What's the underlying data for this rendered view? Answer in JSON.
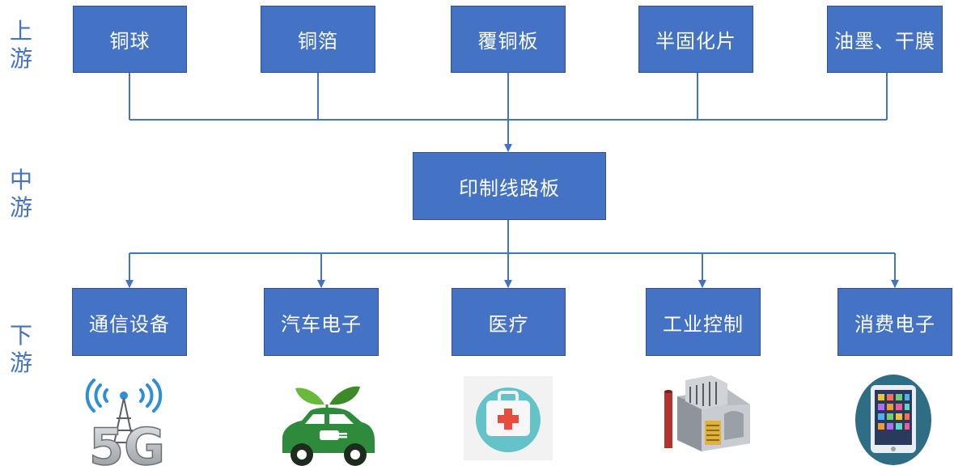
{
  "stages": {
    "upstream": "上\n游",
    "midstream": "中\n游",
    "downstream": "下\n游"
  },
  "upstream": [
    "铜球",
    "铜箔",
    "覆铜板",
    "半固化片",
    "油墨、干膜"
  ],
  "midstream": "印制线路板",
  "downstream": [
    "通信设备",
    "汽车电子",
    "医疗",
    "工业控制",
    "消费电子"
  ],
  "icons": [
    "5g-tower-icon",
    "green-car-icon",
    "first-aid-kit-icon",
    "factory-icon",
    "tablet-icon"
  ],
  "colors": {
    "box": "#4472c4",
    "line": "#4472c4",
    "text": "#ffffff",
    "stage": "#4472c4"
  }
}
